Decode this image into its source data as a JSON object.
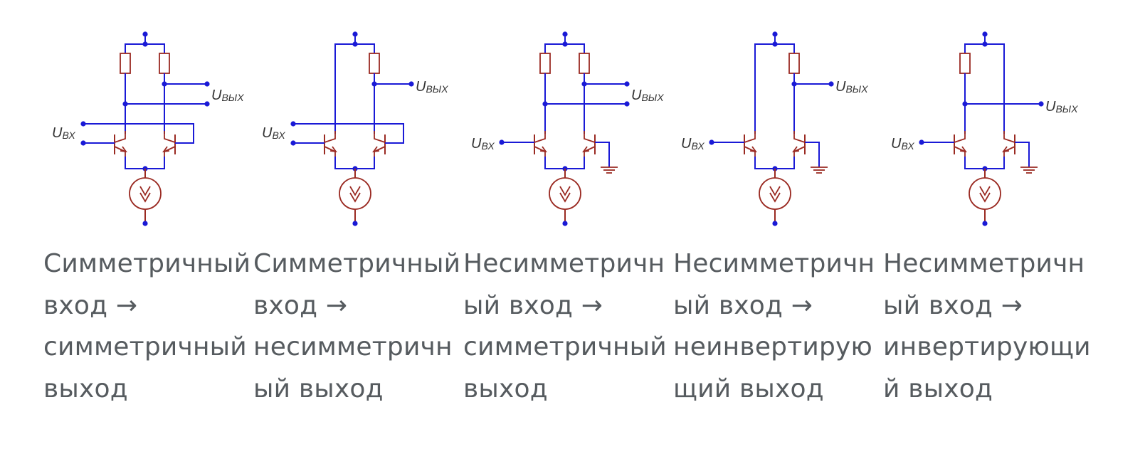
{
  "colors": {
    "wire": "#1a1ad6",
    "component": "#9a2a22",
    "text": "#565b5f",
    "label": "#333333"
  },
  "labels": {
    "input_main": "U",
    "input_sub": "ВХ",
    "output_main": "U",
    "output_sub": "ВЫХ"
  },
  "panels": [
    {
      "variant": "sym-in-sym-out",
      "caption_lines": [
        "Симметричный",
        "вход →",
        "симметричный",
        "выход"
      ]
    },
    {
      "variant": "sym-in-single-out",
      "caption_lines": [
        "Симметричный",
        "вход →",
        "несимметричн",
        "ый выход"
      ]
    },
    {
      "variant": "single-in-sym-out",
      "caption_lines": [
        "Несимметричн",
        "ый вход →",
        "симметричный",
        "выход"
      ]
    },
    {
      "variant": "single-in-noninv-out",
      "caption_lines": [
        "Несимметричн",
        "ый вход →",
        "неинвертирую",
        "щий выход"
      ]
    },
    {
      "variant": "single-in-inv-out",
      "caption_lines": [
        "Несимметричн",
        "ый вход →",
        "инвертирующи",
        "й выход"
      ]
    }
  ]
}
